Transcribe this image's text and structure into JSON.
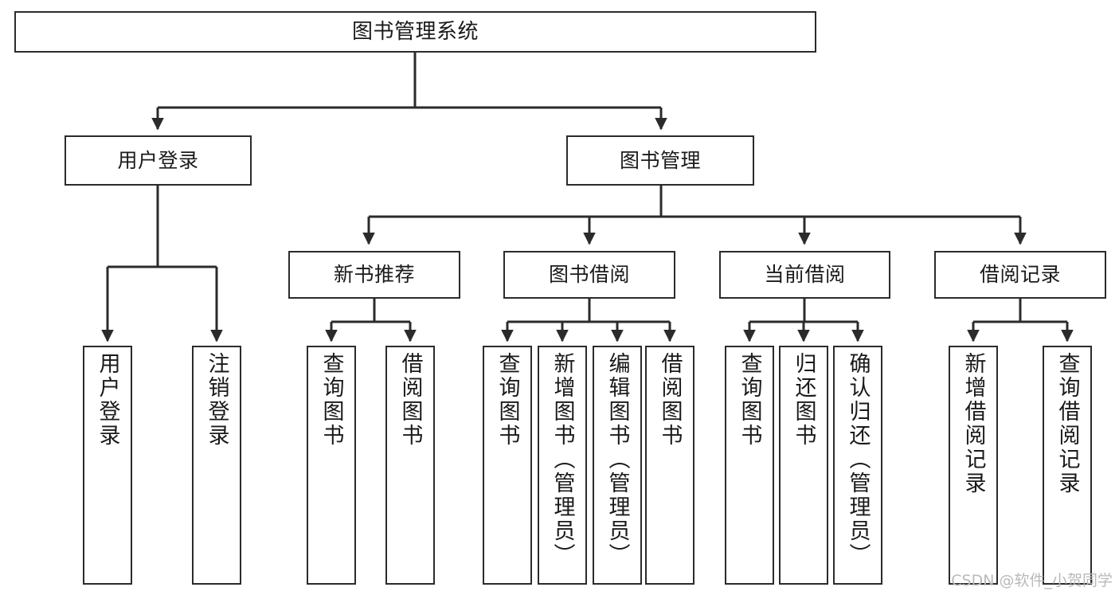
{
  "diagram": {
    "type": "tree-hierarchy-chart",
    "title": "图书管理系统",
    "orientation": "top-down",
    "colors": {
      "box_border": "#2b2b2b",
      "box_fill": "#ffffff",
      "edge": "#2b2b2b",
      "text": "#1a1a1a",
      "watermark": "#b9b9b9",
      "background": "#ffffff"
    },
    "watermark": "CSDN @软件_小贺同学"
  },
  "nodes": {
    "root": {
      "label": "图书管理系统"
    },
    "level2": [
      {
        "label": "用户登录"
      },
      {
        "label": "图书管理"
      }
    ],
    "level3": [
      {
        "label": "新书推荐"
      },
      {
        "label": "图书借阅"
      },
      {
        "label": "当前借阅"
      },
      {
        "label": "借阅记录"
      }
    ],
    "leaves": {
      "user_login": [
        {
          "label": "用户登录"
        },
        {
          "label": "注销登录"
        }
      ],
      "new_book_recommend": [
        {
          "label": "查询图书"
        },
        {
          "label": "借阅图书"
        }
      ],
      "book_borrow": [
        {
          "label": "查询图书"
        },
        {
          "label": "新增图书（管理员）"
        },
        {
          "label": "编辑图书（管理员）"
        },
        {
          "label": "借阅图书"
        }
      ],
      "current_borrow": [
        {
          "label": "查询图书"
        },
        {
          "label": "归还图书"
        },
        {
          "label": "确认归还（管理员）"
        }
      ],
      "borrow_record": [
        {
          "label": "新增借阅记录"
        },
        {
          "label": "查询借阅记录"
        }
      ]
    }
  }
}
